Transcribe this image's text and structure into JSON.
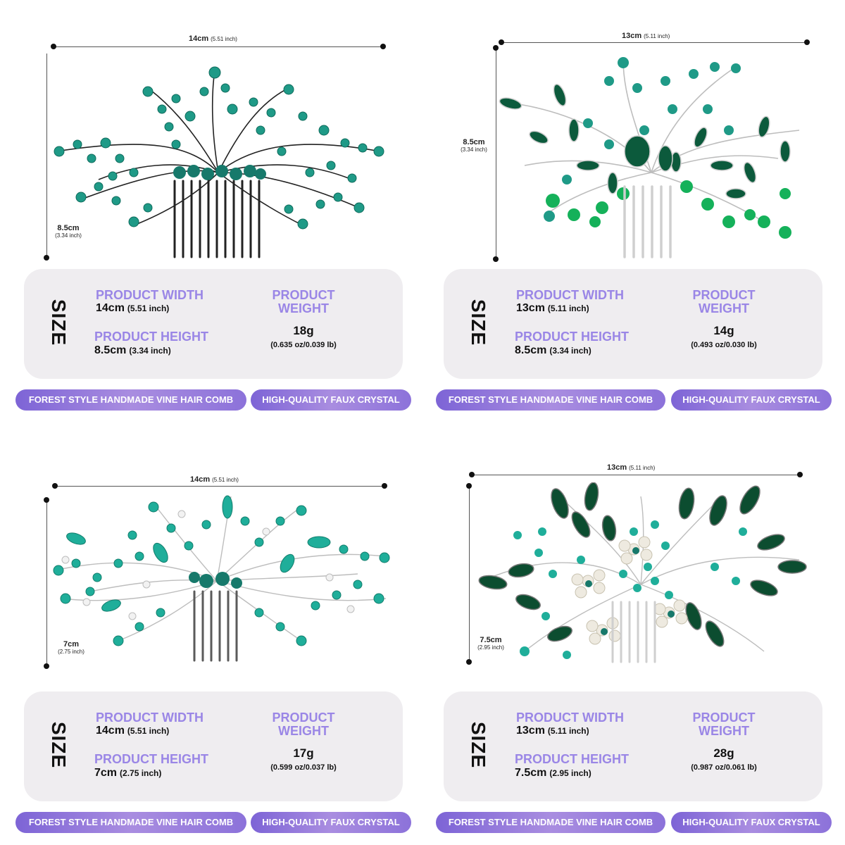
{
  "colors": {
    "accent_purple": "#9a86e6",
    "card_bg": "#efedf0",
    "pill_gradient_start": "#7d64d6",
    "crystal_teal": "#1f9a87",
    "crystal_emerald": "#0c5a3c"
  },
  "panels": [
    {
      "width_label": "14cm",
      "width_inch": "(5.51 inch)",
      "height_label": "8.5cm",
      "height_inch": "(3.34 inch)",
      "size_word": "SIZE",
      "product_width_heading": "PRODUCT WIDTH",
      "product_width_value": "14cm",
      "product_width_inch": "(5.51 inch)",
      "product_height_heading": "PRODUCT HEIGHT",
      "product_height_value": "8.5cm",
      "product_height_inch": "(3.34 inch)",
      "weight_heading_1": "PRODUCT",
      "weight_heading_2": "WEIGHT",
      "weight_value": "18g",
      "weight_sub": "(0.635 oz/0.039 lb)",
      "pill_1": "FOREST STYLE HANDMADE VINE HAIR COMB",
      "pill_2": "HIGH-QUALITY FAUX CRYSTAL"
    },
    {
      "width_label": "13cm",
      "width_inch": "(5.11 inch)",
      "height_label": "8.5cm",
      "height_inch": "(3.34 inch)",
      "size_word": "SIZE",
      "product_width_heading": "PRODUCT WIDTH",
      "product_width_value": "13cm",
      "product_width_inch": "(5.11 inch)",
      "product_height_heading": "PRODUCT HEIGHT",
      "product_height_value": "8.5cm",
      "product_height_inch": "(3.34 inch)",
      "weight_heading_1": "PRODUCT",
      "weight_heading_2": "WEIGHT",
      "weight_value": "14g",
      "weight_sub": "(0.493 oz/0.030 lb)",
      "pill_1": "FOREST STYLE HANDMADE VINE HAIR COMB",
      "pill_2": "HIGH-QUALITY FAUX CRYSTAL"
    },
    {
      "width_label": "14cm",
      "width_inch": "(5.51 inch)",
      "height_label": "7cm",
      "height_inch": "(2.75 inch)",
      "size_word": "SIZE",
      "product_width_heading": "PRODUCT WIDTH",
      "product_width_value": "14cm",
      "product_width_inch": "(5.51 inch)",
      "product_height_heading": "PRODUCT HEIGHT",
      "product_height_value": "7cm",
      "product_height_inch": "(2.75 inch)",
      "weight_heading_1": "PRODUCT",
      "weight_heading_2": "WEIGHT",
      "weight_value": "17g",
      "weight_sub": "(0.599 oz/0.037 lb)",
      "pill_1": "FOREST STYLE HANDMADE VINE HAIR COMB",
      "pill_2": "HIGH-QUALITY FAUX CRYSTAL"
    },
    {
      "width_label": "13cm",
      "width_inch": "(5.11 inch)",
      "height_label": "7.5cm",
      "height_inch": "(2.95 inch)",
      "size_word": "SIZE",
      "product_width_heading": "PRODUCT WIDTH",
      "product_width_value": "13cm",
      "product_width_inch": "(5.11 inch)",
      "product_height_heading": "PRODUCT HEIGHT",
      "product_height_value": "7.5cm",
      "product_height_inch": "(2.95 inch)",
      "weight_heading_1": "PRODUCT",
      "weight_heading_2": "WEIGHT",
      "weight_value": "28g",
      "weight_sub": "(0.987 oz/0.061 lb)",
      "pill_1": "FOREST STYLE HANDMADE VINE HAIR COMB",
      "pill_2": "HIGH-QUALITY FAUX CRYSTAL"
    }
  ]
}
